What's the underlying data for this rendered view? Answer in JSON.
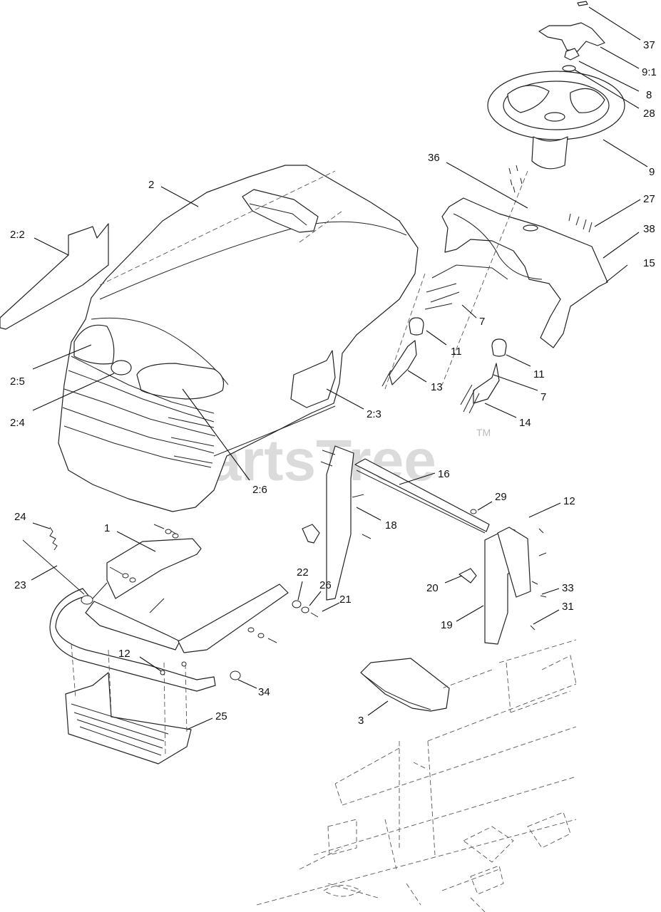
{
  "watermark": {
    "brand": "PartsTree",
    "trademark": "TM"
  },
  "callouts": [
    {
      "id": "37",
      "text": "37"
    },
    {
      "id": "9-1",
      "text": "9:1"
    },
    {
      "id": "8",
      "text": "8"
    },
    {
      "id": "28",
      "text": "28"
    },
    {
      "id": "9",
      "text": "9"
    },
    {
      "id": "36",
      "text": "36"
    },
    {
      "id": "27",
      "text": "27"
    },
    {
      "id": "38",
      "text": "38"
    },
    {
      "id": "15",
      "text": "15"
    },
    {
      "id": "2",
      "text": "2"
    },
    {
      "id": "2-2",
      "text": "2:2"
    },
    {
      "id": "7a",
      "text": "7"
    },
    {
      "id": "11a",
      "text": "11"
    },
    {
      "id": "13",
      "text": "13"
    },
    {
      "id": "11b",
      "text": "11"
    },
    {
      "id": "7b",
      "text": "7"
    },
    {
      "id": "14",
      "text": "14"
    },
    {
      "id": "2-5",
      "text": "2:5"
    },
    {
      "id": "2-4",
      "text": "2:4"
    },
    {
      "id": "2-3",
      "text": "2:3"
    },
    {
      "id": "2-6",
      "text": "2:6"
    },
    {
      "id": "16",
      "text": "16"
    },
    {
      "id": "29",
      "text": "29"
    },
    {
      "id": "12a",
      "text": "12"
    },
    {
      "id": "18",
      "text": "18"
    },
    {
      "id": "24",
      "text": "24"
    },
    {
      "id": "1",
      "text": "1"
    },
    {
      "id": "23",
      "text": "23"
    },
    {
      "id": "22",
      "text": "22"
    },
    {
      "id": "26",
      "text": "26"
    },
    {
      "id": "21",
      "text": "21"
    },
    {
      "id": "20",
      "text": "20"
    },
    {
      "id": "33",
      "text": "33"
    },
    {
      "id": "31",
      "text": "31"
    },
    {
      "id": "19",
      "text": "19"
    },
    {
      "id": "12b",
      "text": "12"
    },
    {
      "id": "34",
      "text": "34"
    },
    {
      "id": "25",
      "text": "25"
    },
    {
      "id": "3",
      "text": "3"
    }
  ]
}
